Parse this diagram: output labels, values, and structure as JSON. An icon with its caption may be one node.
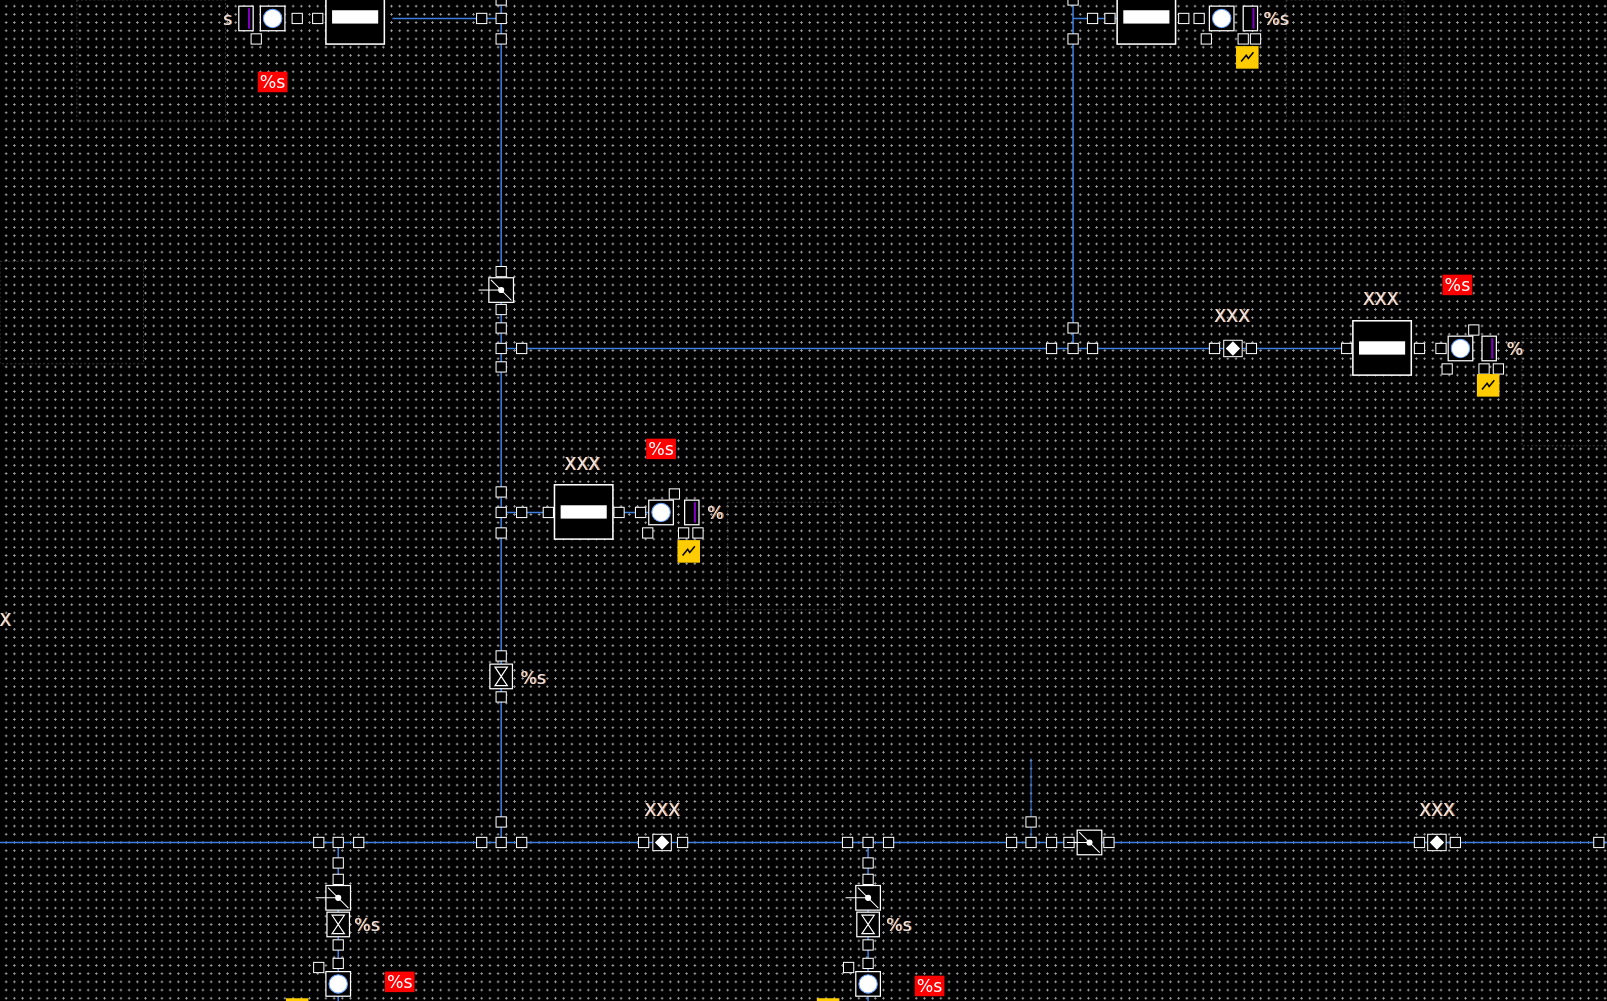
{
  "diagram": {
    "labels": [
      "s",
      "%s",
      "%s",
      "%s",
      "XXX",
      "XXX",
      "%",
      "%s",
      "XXX",
      "%",
      "X",
      "%s",
      "XXX",
      "XXX",
      "%s",
      "%s",
      "%s",
      "%s"
    ]
  }
}
